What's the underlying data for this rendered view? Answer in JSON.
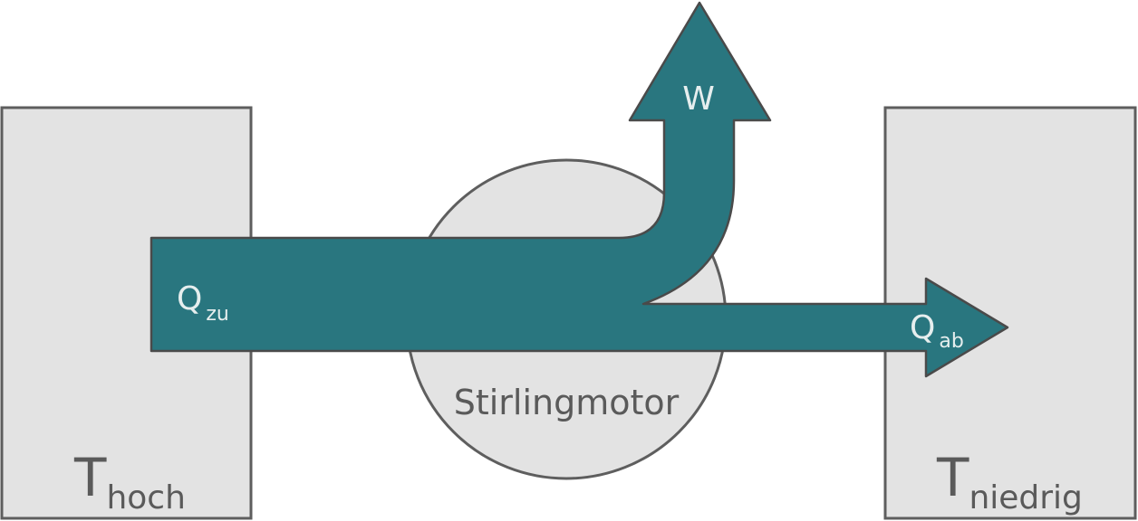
{
  "diagram": {
    "engine_label": "Stirlingmotor",
    "hot_reservoir": {
      "symbol": "T",
      "subscript": "hoch"
    },
    "cold_reservoir": {
      "symbol": "T",
      "subscript": "niedrig"
    },
    "heat_in": {
      "symbol": "Q",
      "subscript": "zu"
    },
    "heat_out": {
      "symbol": "Q",
      "subscript": "ab"
    },
    "work": {
      "symbol": "W"
    }
  },
  "colors": {
    "flow": "#29767f",
    "box_fill": "#e3e3e3",
    "box_stroke": "#5e5e5e",
    "text_dark": "#5a5a5a",
    "text_light": "#e6eeee"
  }
}
